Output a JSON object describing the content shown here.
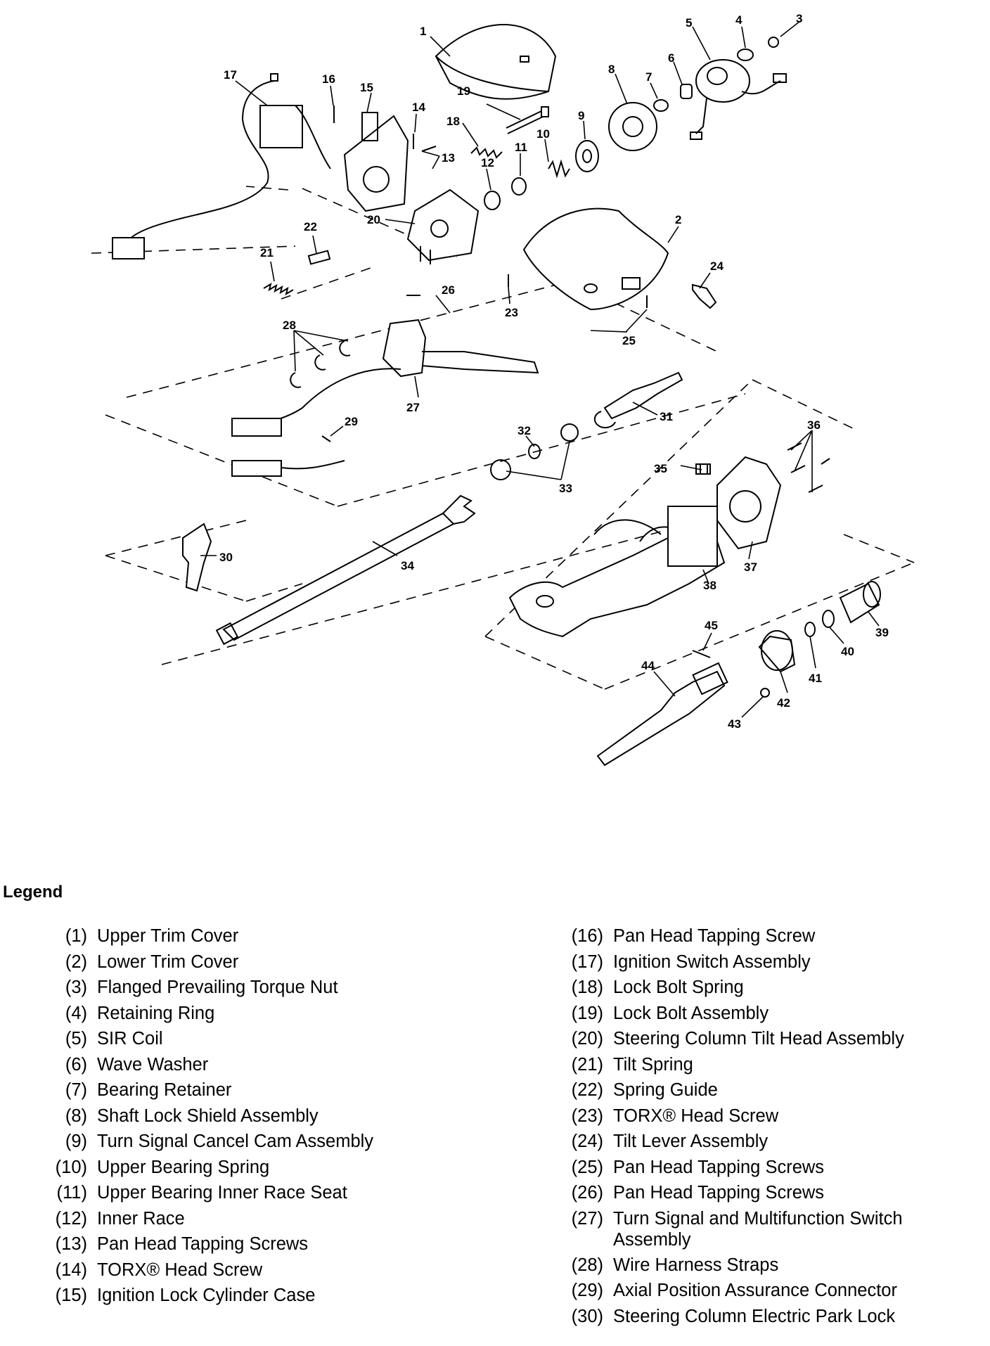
{
  "callouts": [
    "1",
    "2",
    "3",
    "4",
    "5",
    "6",
    "7",
    "8",
    "9",
    "10",
    "11",
    "12",
    "13",
    "14",
    "15",
    "16",
    "17",
    "18",
    "19",
    "20",
    "21",
    "22",
    "23",
    "24",
    "25",
    "26",
    "27",
    "28",
    "29",
    "30",
    "31",
    "32",
    "33",
    "34",
    "35",
    "36",
    "37",
    "38",
    "39",
    "40",
    "41",
    "42",
    "43",
    "44",
    "45"
  ],
  "legend": {
    "title": "Legend",
    "left": [
      {
        "num": "(1)",
        "text": "Upper Trim Cover"
      },
      {
        "num": "(2)",
        "text": "Lower Trim Cover"
      },
      {
        "num": "(3)",
        "text": "Flanged Prevailing Torque Nut"
      },
      {
        "num": "(4)",
        "text": "Retaining Ring"
      },
      {
        "num": "(5)",
        "text": "SIR Coil"
      },
      {
        "num": "(6)",
        "text": "Wave Washer"
      },
      {
        "num": "(7)",
        "text": "Bearing Retainer"
      },
      {
        "num": "(8)",
        "text": "Shaft Lock Shield Assembly"
      },
      {
        "num": "(9)",
        "text": "Turn Signal Cancel Cam Assembly"
      },
      {
        "num": "(10)",
        "text": "Upper Bearing Spring"
      },
      {
        "num": "(11)",
        "text": "Upper Bearing Inner Race Seat"
      },
      {
        "num": "(12)",
        "text": "Inner Race"
      },
      {
        "num": "(13)",
        "text": "Pan Head Tapping Screws"
      },
      {
        "num": "(14)",
        "text": "TORX® Head Screw"
      },
      {
        "num": "(15)",
        "text": "Ignition Lock Cylinder Case"
      }
    ],
    "right": [
      {
        "num": "(16)",
        "text": "Pan Head Tapping Screw"
      },
      {
        "num": "(17)",
        "text": "Ignition Switch Assembly"
      },
      {
        "num": "(18)",
        "text": "Lock Bolt Spring"
      },
      {
        "num": "(19)",
        "text": "Lock Bolt Assembly"
      },
      {
        "num": "(20)",
        "text": "Steering Column Tilt Head Assembly"
      },
      {
        "num": "(21)",
        "text": "Tilt Spring"
      },
      {
        "num": "(22)",
        "text": "Spring Guide"
      },
      {
        "num": "(23)",
        "text": "TORX® Head Screw"
      },
      {
        "num": "(24)",
        "text": "Tilt Lever Assembly"
      },
      {
        "num": "(25)",
        "text": "Pan Head Tapping Screws"
      },
      {
        "num": "(26)",
        "text": "Pan Head Tapping Screws"
      },
      {
        "num": "(27)",
        "text": "Turn Signal and Multifunction Switch Assembly"
      },
      {
        "num": "(28)",
        "text": "Wire Harness Straps"
      },
      {
        "num": "(29)",
        "text": "Axial Position Assurance Connector"
      },
      {
        "num": "(30)",
        "text": "Steering Column Electric Park Lock"
      }
    ]
  }
}
